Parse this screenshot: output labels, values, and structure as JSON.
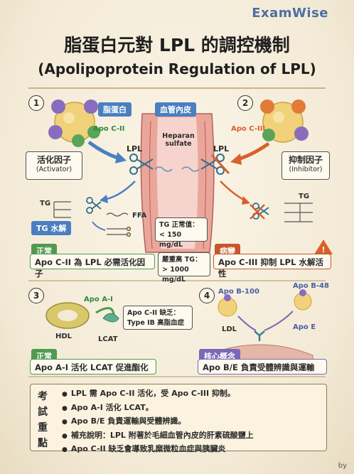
{
  "brand": "ExamWise",
  "title": "脂蛋白元對 LPL 的調控機制",
  "subtitle": "(Apolipoprotein Regulation of LPL)",
  "panel1": {
    "number": "1",
    "tag": "脂蛋白",
    "apo_label": "Apo C-II",
    "lpl_label": "LPL",
    "role_title": "活化因子",
    "role_sub": "(Activator)",
    "tg_label": "TG",
    "ffa_label": "FFA",
    "hydrolysis_tag": "TG 水解",
    "status_tag": "正常",
    "statement": "Apo C-II 為 LPL 必需活化因子"
  },
  "center": {
    "tag": "血管內皮",
    "heparan_line1": "Heparan",
    "heparan_line2": "sulfate",
    "tg_normal_line1": "TG 正常值：",
    "tg_normal_line2": "< 150 mg/dL",
    "tg_severe_line1": "嚴重高 TG：",
    "tg_severe_line2": "> 1000 mg/dL"
  },
  "panel2": {
    "number": "2",
    "apo_label": "Apo C-III",
    "lpl_label": "LPL",
    "role_title": "抑制因子",
    "role_sub": "(Inhibitor)",
    "tg_label": "TG",
    "status_tag": "病變",
    "statement": "Apo C-III 抑制 LPL 水解活性",
    "warning_icon": "warning-triangle"
  },
  "panel3": {
    "number": "3",
    "apo_label": "Apo A-I",
    "hdl_label": "HDL",
    "lcat_label": "LCAT",
    "note_line1": "Apo C-II 缺乏：",
    "note_line2": "Type IB 高脂血症",
    "status_tag": "正常",
    "statement": "Apo A-I 活化 LCAT 促進酯化"
  },
  "panel4": {
    "number": "4",
    "apo_b100": "Apo B-100",
    "apo_b48": "Apo B-48",
    "apo_e": "Apo E",
    "ldl_label": "LDL",
    "status_tag": "核心概念",
    "statement": "Apo B/E 負責受體辨識與運輸"
  },
  "summary": {
    "heading": "考試重點",
    "points": [
      "LPL 需 Apo C-II 活化，受 Apo C-III 抑制。",
      "Apo A-I 活化 LCAT。",
      "Apo B/E 負責運輸與受體辨識。",
      "補充說明：LPL 附著於毛細血管內皮的肝素硫酸鹽上",
      "Apo C-II 缺乏會導致乳糜微粒血症與胰臟炎"
    ]
  },
  "footer": "by",
  "colors": {
    "activator_blue": "#4a7fc1",
    "inhibitor_orange": "#d9602a",
    "normal_green": "#4f9a4f",
    "core_purple": "#7a67b5",
    "vessel_red": "#c8574e"
  }
}
